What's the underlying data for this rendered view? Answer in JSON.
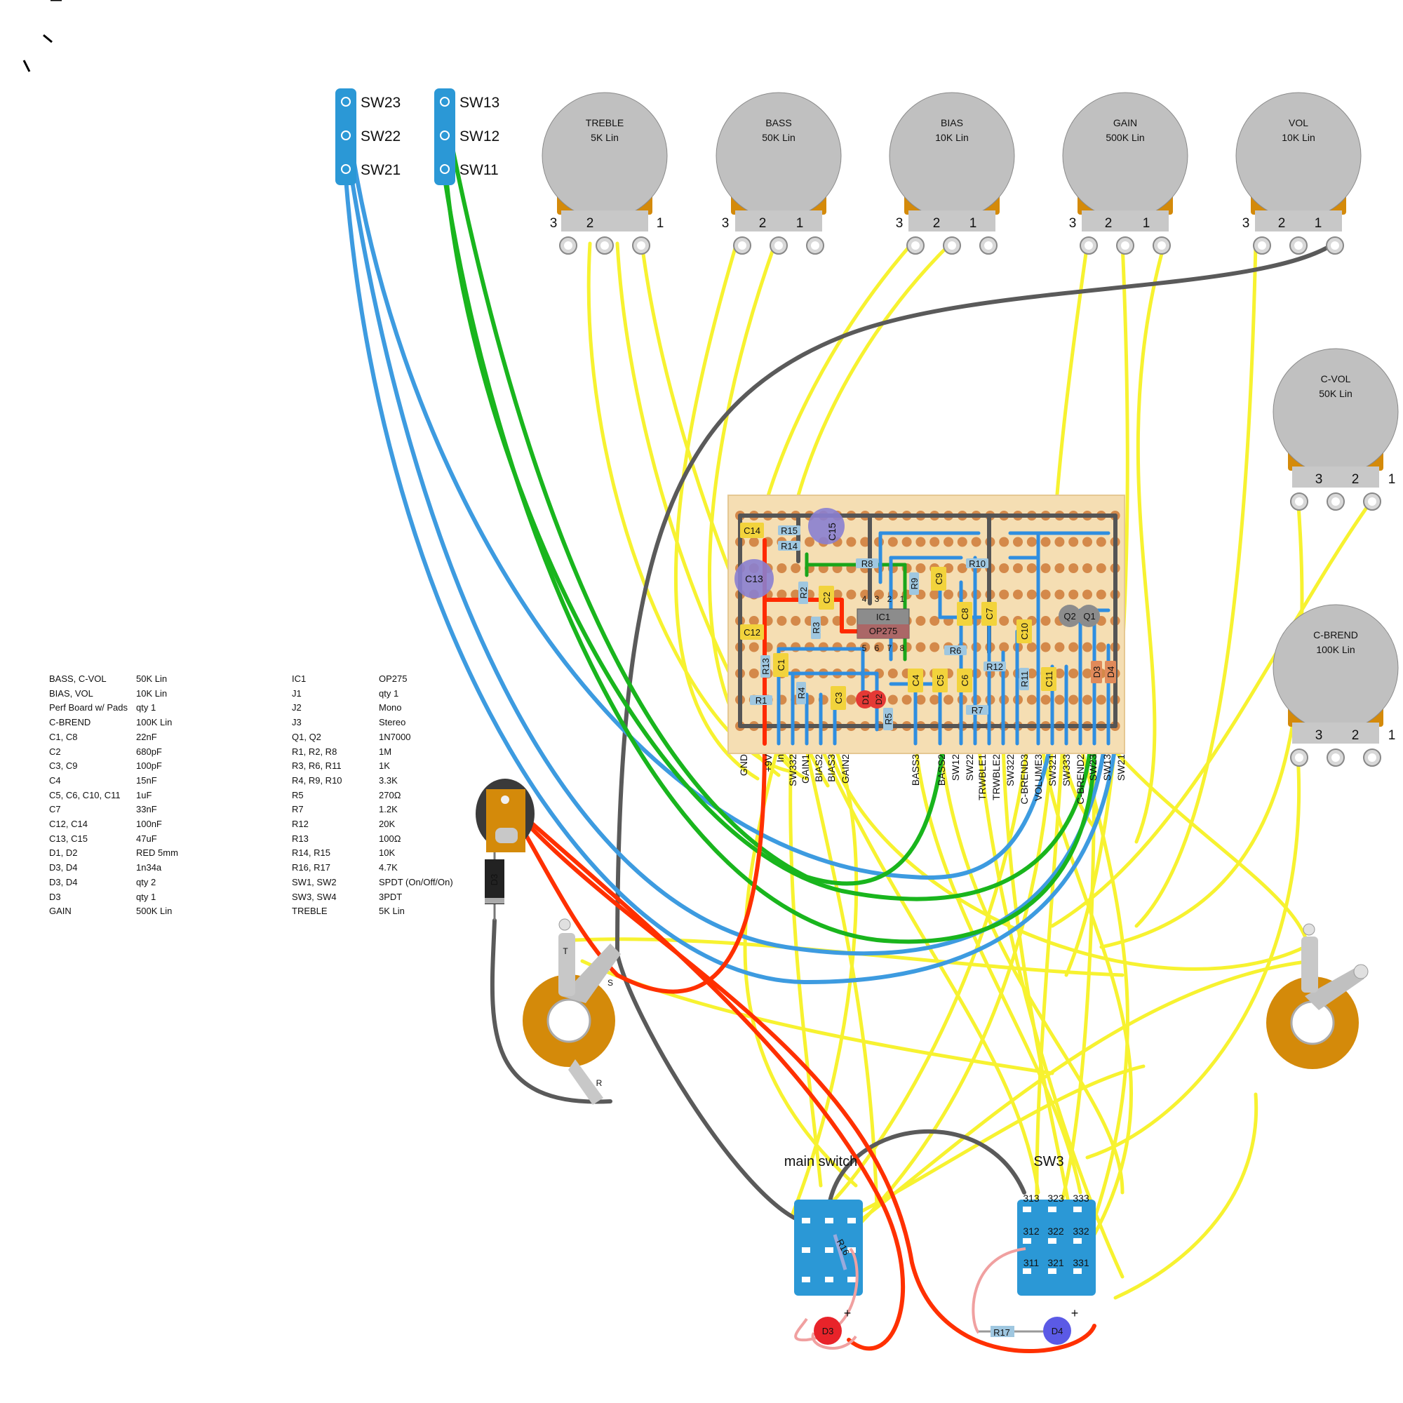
{
  "pots": [
    {
      "name": "TREBLE",
      "value": "5K Lin"
    },
    {
      "name": "BASS",
      "value": "50K Lin"
    },
    {
      "name": "BIAS",
      "value": "10K Lin"
    },
    {
      "name": "GAIN",
      "value": "500K Lin"
    },
    {
      "name": "VOL",
      "value": "10K Lin"
    },
    {
      "name": "C-VOL",
      "value": "50K Lin"
    },
    {
      "name": "C-BREND",
      "value": "100K Lin"
    }
  ],
  "pin_labels": [
    "3",
    "2",
    "1"
  ],
  "toggles": [
    {
      "labels": [
        "SW23",
        "SW22",
        "SW21"
      ]
    },
    {
      "labels": [
        "SW13",
        "SW12",
        "SW11"
      ]
    }
  ],
  "board": {
    "parts": [
      "C14",
      "R15",
      "R14",
      "C15",
      "R8",
      "C13",
      "R2",
      "C2",
      "R9",
      "C9",
      "R10",
      "R3",
      "IC1",
      "OP275",
      "C8",
      "C7",
      "C12",
      "R6",
      "C10",
      "Q2",
      "Q1",
      "R13",
      "C1",
      "R12",
      "R11",
      "C11",
      "D3",
      "D4",
      "R1",
      "R4",
      "C3",
      "D1",
      "D2",
      "C4",
      "C5",
      "C6",
      "R7",
      "R5"
    ],
    "ic_pins_top": [
      "4",
      "3",
      "2",
      "1"
    ],
    "ic_pins_bottom": [
      "5",
      "6",
      "7",
      "8"
    ],
    "pads": [
      "GND",
      "+9V",
      "In",
      "SW332",
      "GAIN1",
      "BIAS2",
      "BIAS3",
      "GAIN2",
      "BASS3",
      "BASS2",
      "SW12",
      "SW22",
      "TRWBLE1",
      "TRWBLE2",
      "SW322",
      "C-BREND3",
      "VOLUME3",
      "SW321",
      "SW333",
      "C-BREND2",
      "SW23",
      "SW13",
      "SW21"
    ]
  },
  "switches": {
    "main_title": "main switch",
    "main_resistor": "R16",
    "sw3_title": "SW3",
    "sw3_pins": [
      "313",
      "323",
      "333",
      "312",
      "322",
      "332",
      "311",
      "321",
      "331"
    ]
  },
  "leds": {
    "d3": "D3",
    "d4": "D4",
    "plus": "+",
    "resistor": "R17",
    "diode": "D3"
  },
  "jack_letters": [
    "T",
    "S",
    "R"
  ],
  "bom_left": [
    [
      "BASS, C-VOL",
      "50K Lin"
    ],
    [
      "BIAS, VOL",
      "10K Lin"
    ],
    [
      "Perf Board w/ Pads",
      "qty 1"
    ],
    [
      "C-BREND",
      "100K Lin"
    ],
    [
      "C1, C8",
      "22nF"
    ],
    [
      "C2",
      "680pF"
    ],
    [
      "C3, C9",
      "100pF"
    ],
    [
      "C4",
      "15nF"
    ],
    [
      "C5, C6, C10, C11",
      "1uF"
    ],
    [
      "C7",
      "33nF"
    ],
    [
      "C12, C14",
      "100nF"
    ],
    [
      "C13, C15",
      "47uF"
    ],
    [
      "D1, D2",
      "RED 5mm"
    ],
    [
      "D3, D4",
      "1n34a"
    ],
    [
      "D3, D4",
      "qty 2"
    ],
    [
      "D3",
      "qty 1"
    ],
    [
      "GAIN",
      "500K Lin"
    ]
  ],
  "bom_right": [
    [
      "IC1",
      "OP275"
    ],
    [
      "J1",
      "qty 1"
    ],
    [
      "J2",
      "Mono"
    ],
    [
      "J3",
      "Stereo"
    ],
    [
      "Q1, Q2",
      "1N7000"
    ],
    [
      "R1, R2, R8",
      "1M"
    ],
    [
      "R3, R6, R11",
      "1K"
    ],
    [
      "R4, R9, R10",
      "3.3K"
    ],
    [
      "R5",
      "270Ω"
    ],
    [
      "R7",
      "1.2K"
    ],
    [
      "R12",
      "20K"
    ],
    [
      "R13",
      "100Ω"
    ],
    [
      "R14, R15",
      "10K"
    ],
    [
      "R16, R17",
      "4.7K"
    ],
    [
      "SW1, SW2",
      "SPDT (On/Off/On)"
    ],
    [
      "SW3, SW4",
      "3PDT"
    ],
    [
      "TREBLE",
      "5K Lin"
    ]
  ],
  "colors": {
    "wire_yellow": "#f7f230",
    "wire_blue": "#3d9be0",
    "wire_green": "#19b51d",
    "wire_gray": "#5a5a5a",
    "wire_red": "#ff3000",
    "pot_body": "#c0c0c0",
    "pot_bushing": "#d48a0a",
    "board": "#f5deb3",
    "pad": "#d4894a",
    "switch_blue": "#2b98d6"
  }
}
